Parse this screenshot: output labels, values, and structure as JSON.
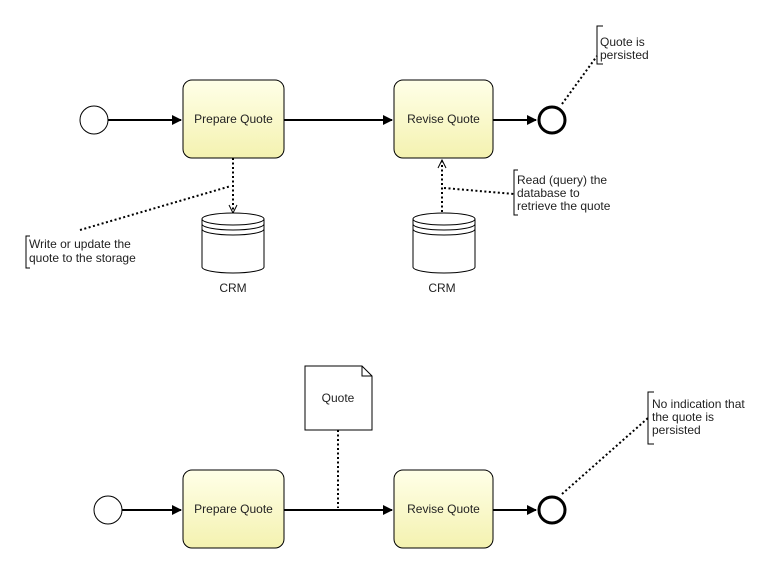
{
  "colors": {
    "task_fill_top": "#ffffe8",
    "task_fill_bottom": "#f4f2b0",
    "stroke": "#000000"
  },
  "diagram1": {
    "tasks": [
      {
        "label": "Prepare Quote"
      },
      {
        "label": "Revise Quote"
      }
    ],
    "stores": [
      {
        "label": "CRM"
      },
      {
        "label": "CRM"
      }
    ],
    "annotations": {
      "write": [
        "Write or update the",
        "quote to the storage"
      ],
      "read": [
        "Read (query) the",
        "database to",
        "retrieve the quote"
      ],
      "persisted": [
        "Quote is",
        "persisted"
      ]
    }
  },
  "diagram2": {
    "tasks": [
      {
        "label": "Prepare Quote"
      },
      {
        "label": "Revise Quote"
      }
    ],
    "data_object": {
      "label": "Quote"
    },
    "annotations": {
      "no_indication": [
        "No indication that",
        "the quote is",
        "persisted"
      ]
    }
  }
}
